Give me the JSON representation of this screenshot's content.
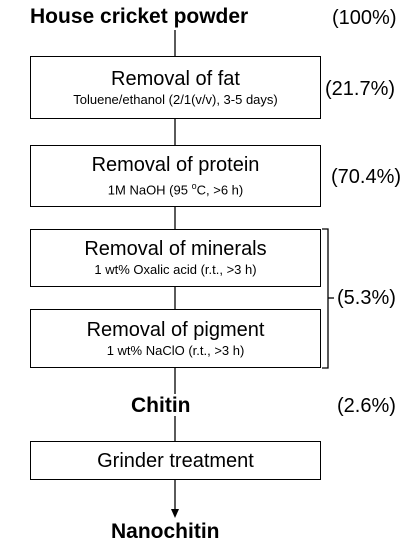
{
  "steps": {
    "start": {
      "label": "House cricket powder",
      "pct": "(100%)"
    },
    "fat": {
      "title": "Removal of fat",
      "sub": "Toluene/ethanol (2/1(v/v), 3-5 days)",
      "pct": "(21.7%)"
    },
    "protein": {
      "title": "Removal of protein",
      "sub_pre": "1M NaOH (95 ",
      "sub_sup": "o",
      "sub_post": "C, >6 h)",
      "pct": "(70.4%)"
    },
    "minerals": {
      "title": "Removal of minerals",
      "sub": "1 wt% Oxalic acid (r.t., >3 h)"
    },
    "pigment": {
      "title": "Removal of pigment",
      "sub": "1 wt% NaClO (r.t., >3 h)"
    },
    "mineral_pigment_pct": "(5.3%)",
    "chitin": {
      "label": "Chitin",
      "pct": "(2.6%)"
    },
    "grinder": {
      "title": "Grinder treatment"
    },
    "end": {
      "label": "Nanochitin"
    }
  }
}
